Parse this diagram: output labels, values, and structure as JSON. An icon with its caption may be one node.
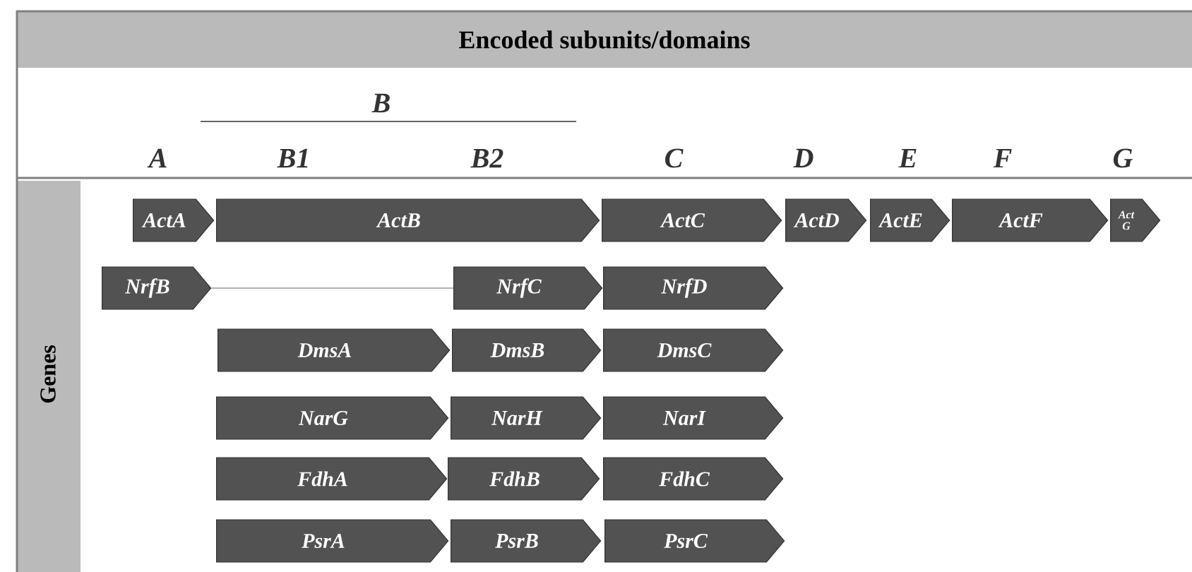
{
  "diagram": {
    "title": "Encoded subunits/domains",
    "nodes": [
      {
        "text": [
          "ActA"
        ]
      },
      {
        "text": [
          "ActB"
        ]
      },
      {
        "text": [
          "ActC"
        ]
      },
      {
        "text": [
          "ActD"
        ]
      },
      {
        "text": [
          "ActE"
        ]
      },
      {
        "text": [
          "ActF"
        ]
      },
      {
        "text": [
          "Act G"
        ]
      },
      {
        "text": [
          "NrfB"
        ]
      },
      {
        "text": [
          "NrfC"
        ]
      },
      {
        "text": [
          "NrfD"
        ]
      },
      {
        "text": [
          "DmsA"
        ]
      },
      {
        "text": [
          "DmsB"
        ]
      },
      {
        "text": [
          "DmsC"
        ]
      },
      {
        "text": [
          "NarG"
        ]
      },
      {
        "text": [
          "NarH"
        ]
      },
      {
        "text": [
          "NarI"
        ]
      },
      {
        "text": [
          "FdhA"
        ]
      },
      {
        "text": [
          "FdhB"
        ]
      },
      {
        "text": [
          "FdhC"
        ]
      },
      {
        "text": [
          "PsrA"
        ]
      },
      {
        "text": [
          "PsrB"
        ]
      },
      {
        "text": [
          "PsrC"
        ]
      }
    ],
    "edges": [
      {
        "from": 7,
        "to": 8,
        "arrow": "none"
      }
    ],
    "labels": [
      "B",
      "A",
      "B1",
      "B2",
      "C",
      "D",
      "E",
      "F",
      "G",
      "Genes"
    ]
  }
}
